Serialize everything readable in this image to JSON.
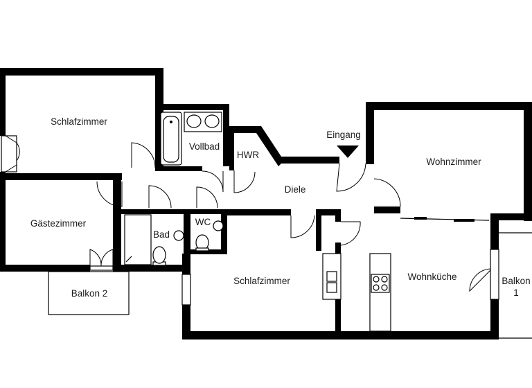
{
  "rooms": {
    "schlafzimmer_1": "Schlafzimmer",
    "vollbad": "Vollbad",
    "hwr": "HWR",
    "eingang": "Eingang",
    "wohnzimmer": "Wohnzimmer",
    "diele": "Diele",
    "gaestezimmer": "Gästezimmer",
    "bad": "Bad",
    "wc": "WC",
    "schlafzimmer_2": "Schlafzimmer",
    "wohnkueche": "Wohnküche",
    "balkon_1_line1": "Balkon",
    "balkon_1_line2": "1",
    "balkon_2": "Balkon 2"
  },
  "colors": {
    "wall": "#000000",
    "background": "#ffffff",
    "text": "#1a1a1a"
  },
  "icons": [
    "entrance-arrow-icon",
    "bathtub-icon",
    "sink-icon",
    "toilet-icon",
    "shower-icon",
    "stove-icon"
  ]
}
